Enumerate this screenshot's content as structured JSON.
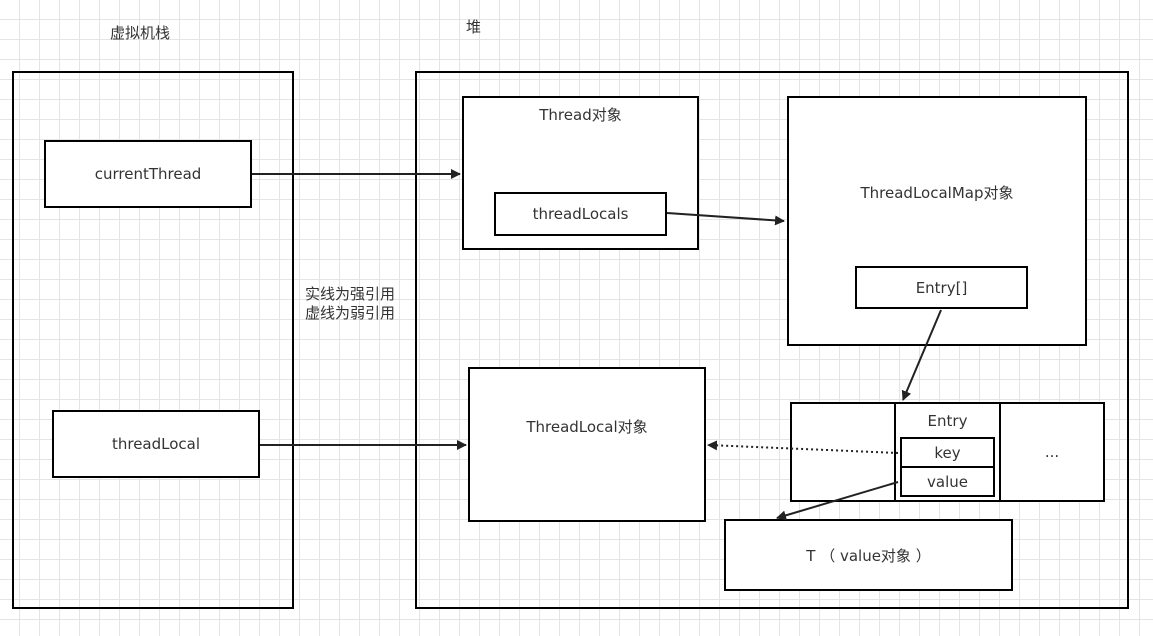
{
  "labels": {
    "stack_title": "虚拟机栈",
    "heap_title": "堆",
    "legend_line1": "实线为强引用",
    "legend_line2": "虚线为弱引用"
  },
  "stack": {
    "current_thread": "currentThread",
    "thread_local": "threadLocal"
  },
  "heap": {
    "thread_object": "Thread对象",
    "thread_locals_field": "threadLocals",
    "thread_local_map_object": "ThreadLocalMap对象",
    "entry_array": "Entry[]",
    "thread_local_object": "ThreadLocal对象",
    "entry": "Entry",
    "entry_key": "key",
    "entry_value": "value",
    "ellipsis": "...",
    "value_object": "T （ value对象 ）"
  },
  "colors": {
    "stroke": "#000000",
    "arrow": "#222222",
    "text": "#333333"
  }
}
